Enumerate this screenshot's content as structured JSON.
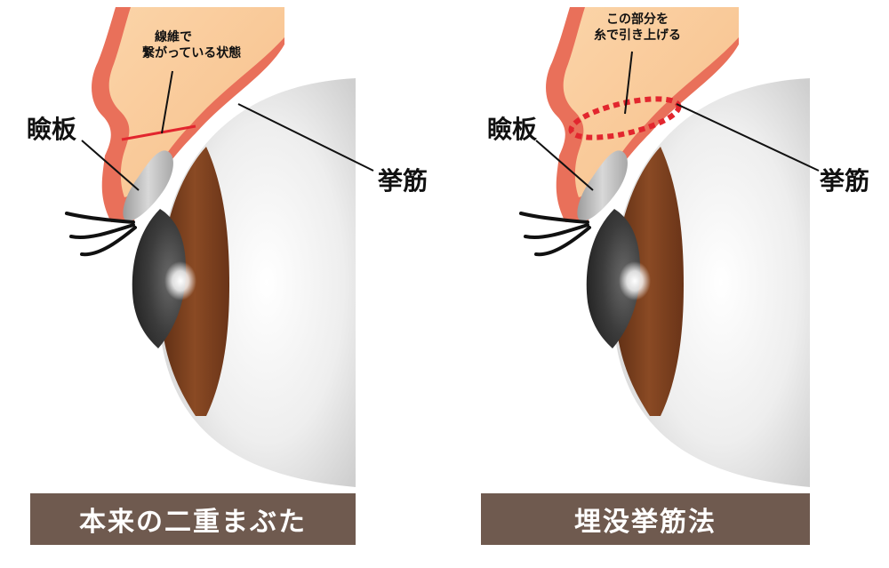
{
  "panels": [
    {
      "caption": "本来の二重まぶた",
      "tarsus_label": "瞼板",
      "muscle_label": "挙筋",
      "note_line1": "線維で",
      "note_line2": "繋がっている状態"
    },
    {
      "caption": "埋没挙筋法",
      "tarsus_label": "瞼板",
      "muscle_label": "挙筋",
      "note_line1": "この部分を",
      "note_line2": "糸で引き上げる"
    }
  ],
  "colors": {
    "caption_background": "#6f5a4f",
    "skin": "#f9c99a",
    "skin_border": "#e9705a",
    "iris": "#7a3f1f",
    "pupil": "#3a3a3a",
    "eyeball": "#e8e8e8",
    "marker": "#e2262e"
  }
}
